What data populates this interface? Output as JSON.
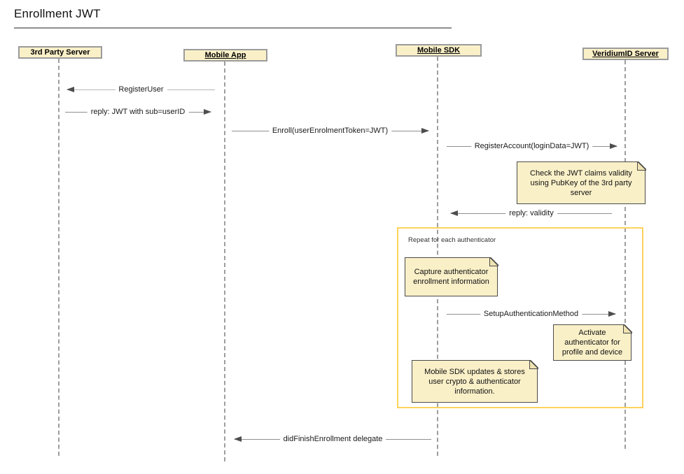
{
  "title": "Enrollment JWT",
  "participants": [
    {
      "label": "3rd Party Server",
      "underlined": false
    },
    {
      "label": "Mobile App",
      "underlined": true
    },
    {
      "label": "Mobile SDK",
      "underlined": true
    },
    {
      "label": "VeridiumID Server",
      "underlined": true
    }
  ],
  "messages": [
    {
      "label": "RegisterUser",
      "from": "Mobile App",
      "to": "3rd Party Server",
      "direction": "left"
    },
    {
      "label": "reply: JWT with sub=userID",
      "from": "3rd Party Server",
      "to": "Mobile App",
      "direction": "right"
    },
    {
      "label": "Enroll(userEnrolmentToken=JWT)",
      "from": "Mobile App",
      "to": "Mobile SDK",
      "direction": "right"
    },
    {
      "label": "RegisterAccount(loginData=JWT)",
      "from": "Mobile SDK",
      "to": "VeridiumID Server",
      "direction": "right"
    },
    {
      "label": "reply: validity",
      "from": "VeridiumID Server",
      "to": "Mobile SDK",
      "direction": "left"
    },
    {
      "label": "SetupAuthenticationMethod",
      "from": "Mobile SDK",
      "to": "VeridiumID Server",
      "direction": "right"
    },
    {
      "label": "didFinishEnrollment delegate",
      "from": "Mobile SDK",
      "to": "Mobile App",
      "direction": "left"
    }
  ],
  "notes": [
    {
      "text": "Check the JWT claims validity using PubKey of the 3rd party server",
      "anchor": "VeridiumID Server"
    },
    {
      "text": "Capture authenticator enrollment information",
      "anchor": "Mobile SDK"
    },
    {
      "text": "Activate authenticator for profile and device",
      "anchor": "VeridiumID Server"
    },
    {
      "text": "Mobile SDK updates & stores user crypto & authenticator information.",
      "anchor": "Mobile SDK"
    }
  ],
  "fragment": {
    "label": "Repeat for each authenticator"
  },
  "colors": {
    "note_fill": "#faf0c8",
    "participant_border": "#9b9b9b",
    "note_border": "#4a4a4a",
    "fragment_border": "#fcd35c",
    "lifeline": "#9e9e9e",
    "message_line": "#8f8f8f",
    "arrowhead": "#4d4d4d"
  }
}
